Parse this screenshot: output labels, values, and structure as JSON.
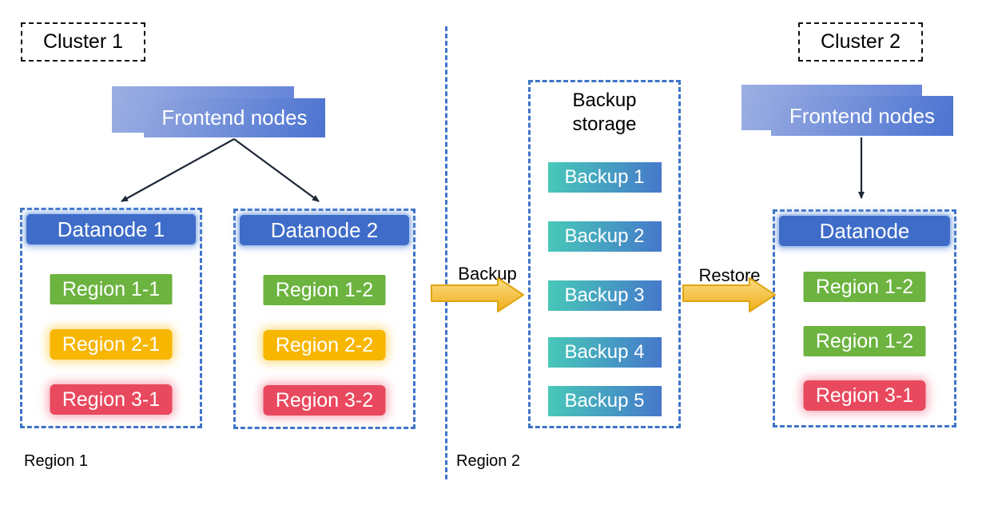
{
  "cluster1": {
    "label": "Cluster 1",
    "frontend": "Frontend nodes",
    "datanodes": [
      {
        "title": "Datanode 1",
        "regions": [
          "Region 1-1",
          "Region 2-1",
          "Region 3-1"
        ]
      },
      {
        "title": "Datanode 2",
        "regions": [
          "Region 1-2",
          "Region 2-2",
          "Region 3-2"
        ]
      }
    ],
    "caption": "Region 1"
  },
  "backup_storage": {
    "title": "Backup storage",
    "items": [
      "Backup 1",
      "Backup 2",
      "Backup 3",
      "Backup 4",
      "Backup 5"
    ]
  },
  "cluster2": {
    "label": "Cluster 2",
    "frontend": "Frontend nodes",
    "datanode": {
      "title": "Datanode",
      "regions": [
        "Region 1-2",
        "Region 1-2",
        "Region 3-1"
      ]
    },
    "caption": "Region 2"
  },
  "flow": {
    "backup": "Backup",
    "restore": "Restore"
  },
  "colors": {
    "container_border": "#3E74C8",
    "datanode_header": "#3E6CC8",
    "region_green": "#6CB340",
    "region_yellow": "#F7B600",
    "region_red": "#E9495E",
    "backup_gradient_start": "#47C9B8",
    "backup_gradient_end": "#4677CB",
    "frontend_gradient_start": "#92A6E0",
    "frontend_gradient_end": "#4B73D1",
    "flow_arrow_fill": "#F5C342",
    "flow_arrow_stroke": "#DFA512"
  }
}
